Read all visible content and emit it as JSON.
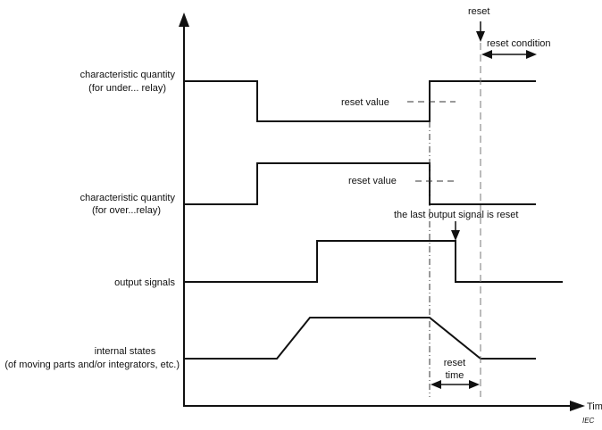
{
  "diagram": {
    "title": "Relay reset timing diagram",
    "axis": {
      "x_label": "Time"
    },
    "rows": [
      {
        "id": "under",
        "label_line1": "characteristic quantity",
        "label_line2": "(for under... relay)"
      },
      {
        "id": "over",
        "label_line1": "characteristic quantity",
        "label_line2": "(for over...relay)"
      },
      {
        "id": "output",
        "label_line1": "output signals",
        "label_line2": ""
      },
      {
        "id": "internal",
        "label_line1": "internal states",
        "label_line2": "(of moving parts and/or integrators, etc.)"
      }
    ],
    "annotations": {
      "reset": "reset",
      "reset_condition": "reset condition",
      "reset_value_under": "reset value",
      "reset_value_over": "reset value",
      "last_output_reset": "the last output signal is reset",
      "reset_time_line1": "reset",
      "reset_time_line2": "time"
    },
    "credit": "IEC"
  }
}
